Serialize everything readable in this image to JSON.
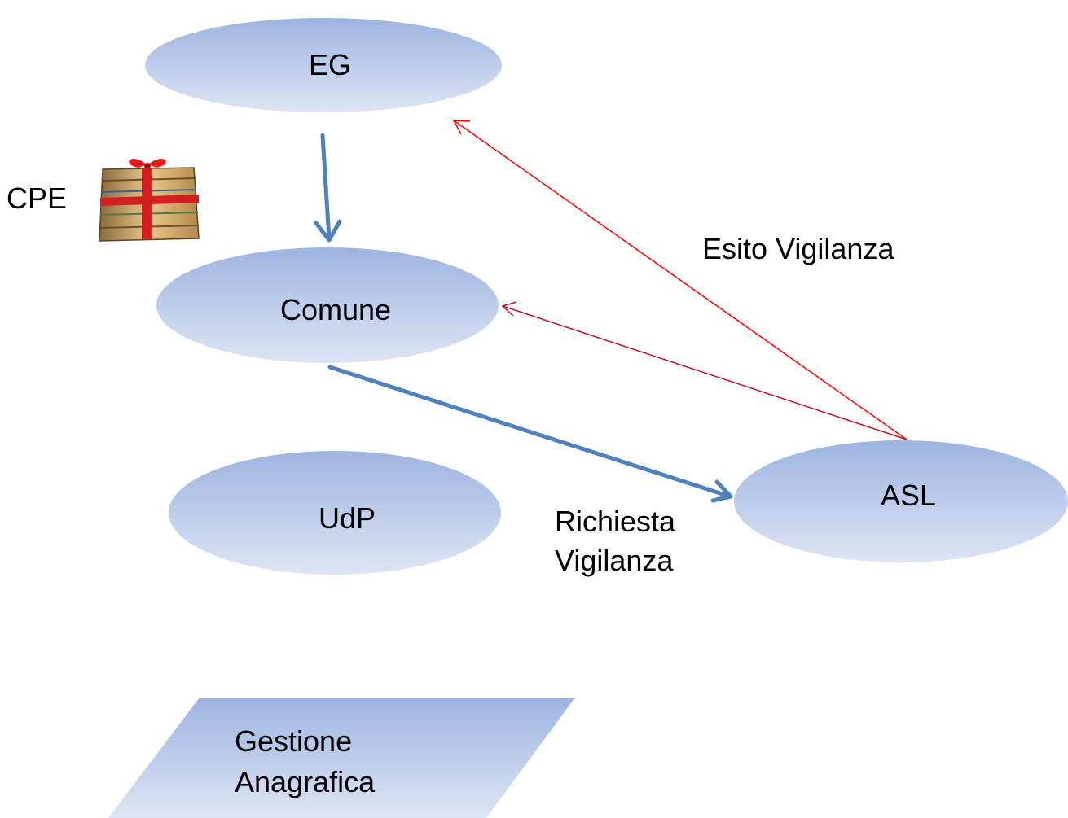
{
  "nodes": {
    "eg": "EG",
    "comune": "Comune",
    "udp": "UdP",
    "asl": "ASL",
    "gestione_line1": "Gestione",
    "gestione_line2": "Anagrafica"
  },
  "labels": {
    "cpe": "CPE",
    "esito": "Esito Vigilanza",
    "richiesta_line1": "Richiesta",
    "richiesta_line2": "Vigilanza"
  },
  "icons": {
    "cpe_bundle": "wrapped-document-bundle-icon"
  },
  "colors": {
    "node_fill_top": "#9db4e1",
    "node_fill_bottom": "#dde5f4",
    "flow_blue": "#4f81bd",
    "esito_red": "#ff0000",
    "return_red": "#c0142c"
  }
}
